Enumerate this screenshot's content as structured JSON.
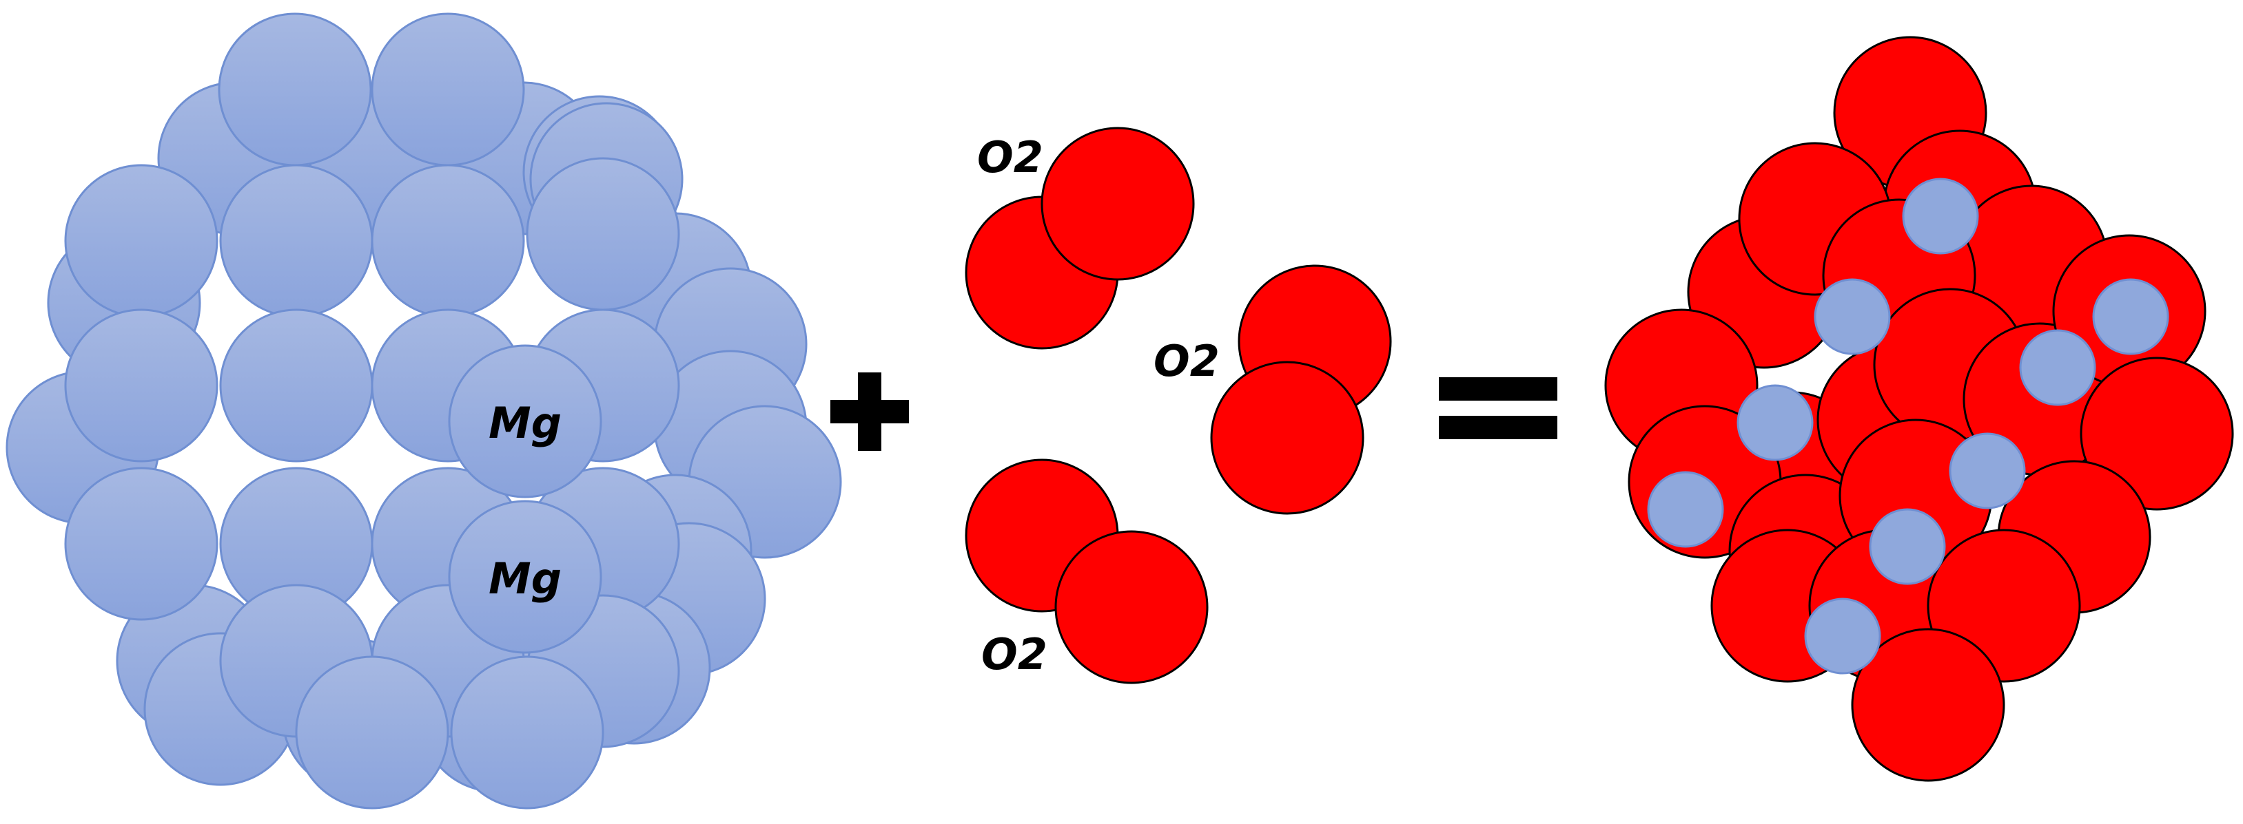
{
  "equation": {
    "reactant_metal": {
      "atom_labels": [
        "Mg",
        "Mg"
      ],
      "atom_color": "#8FA8DC",
      "atom_stroke": "#6F8FD2"
    },
    "plus_symbol": "+",
    "oxygen_molecules": {
      "labels": [
        "O2",
        "O2",
        "O2"
      ],
      "atom_color": "#FF0000",
      "atom_stroke": "#000000"
    },
    "equals_symbol": "=",
    "product": {
      "oxygen_color": "#FF0000",
      "magnesium_color": "#8FA8DC"
    }
  }
}
